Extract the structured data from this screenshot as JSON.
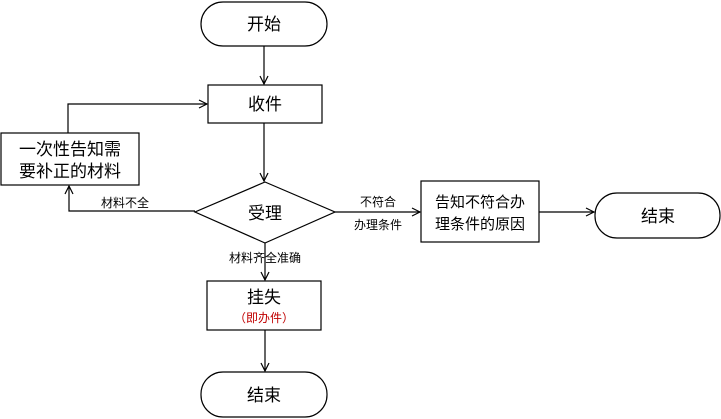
{
  "nodes": {
    "start": "开始",
    "receive": "收件",
    "notify_missing": [
      "一次性告知需",
      "要补正的材料"
    ],
    "accept": "受理",
    "notify_reason": [
      "告知不符合办",
      "理条件的原因"
    ],
    "end_right": "结束",
    "report_loss": "挂失",
    "report_loss_note": "（即办件）",
    "end_bottom": "结束"
  },
  "edges": {
    "incomplete": "材料不全",
    "not_qualified": [
      "不符合",
      "办理条件"
    ],
    "complete": "材料齐全准确"
  },
  "colors": {
    "note": "#c00000"
  }
}
